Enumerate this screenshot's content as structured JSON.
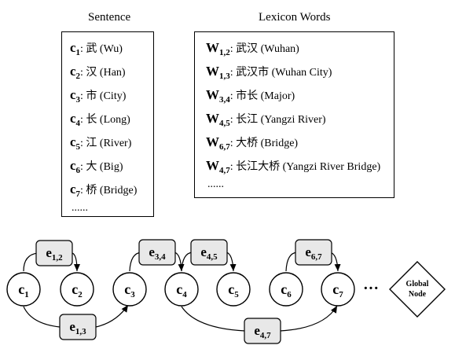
{
  "sentence": {
    "heading": "Sentence",
    "items": [
      {
        "sym": "c",
        "sub": "1",
        "text": ": 武 (Wu)"
      },
      {
        "sym": "c",
        "sub": "2",
        "text": ": 汉 (Han)"
      },
      {
        "sym": "c",
        "sub": "3",
        "text": ": 市 (City)"
      },
      {
        "sym": "c",
        "sub": "4",
        "text": ": 长 (Long)"
      },
      {
        "sym": "c",
        "sub": "5",
        "text": ": 江 (River)"
      },
      {
        "sym": "c",
        "sub": "6",
        "text": ": 大 (Big)"
      },
      {
        "sym": "c",
        "sub": "7",
        "text": ": 桥 (Bridge)"
      }
    ],
    "more": "......"
  },
  "lexicon": {
    "heading": "Lexicon Words",
    "items": [
      {
        "sym": "W",
        "sub": "1,2",
        "text": ": 武汉 (Wuhan)"
      },
      {
        "sym": "W",
        "sub": "1,3",
        "text": ": 武汉市 (Wuhan City)"
      },
      {
        "sym": "W",
        "sub": "3,4",
        "text": ": 市长 (Major)"
      },
      {
        "sym": "W",
        "sub": "4,5",
        "text": ": 长江 (Yangzi River)"
      },
      {
        "sym": "W",
        "sub": "6,7",
        "text": ": 大桥 (Bridge)"
      },
      {
        "sym": "W",
        "sub": "4,7",
        "text": ": 长江大桥 (Yangzi River Bridge)"
      }
    ],
    "more": "......"
  },
  "graph": {
    "nodes": [
      {
        "id": "c1",
        "sym": "c",
        "sub": "1"
      },
      {
        "id": "c2",
        "sym": "c",
        "sub": "2"
      },
      {
        "id": "c3",
        "sym": "c",
        "sub": "3"
      },
      {
        "id": "c4",
        "sym": "c",
        "sub": "4"
      },
      {
        "id": "c5",
        "sym": "c",
        "sub": "5"
      },
      {
        "id": "c6",
        "sym": "c",
        "sub": "6"
      },
      {
        "id": "c7",
        "sym": "c",
        "sub": "7"
      }
    ],
    "edges": [
      {
        "id": "e12",
        "sym": "e",
        "sub": "1,2"
      },
      {
        "id": "e34",
        "sym": "e",
        "sub": "3,4"
      },
      {
        "id": "e45",
        "sym": "e",
        "sub": "4,5"
      },
      {
        "id": "e67",
        "sym": "e",
        "sub": "6,7"
      },
      {
        "id": "e13",
        "sym": "e",
        "sub": "1,3"
      },
      {
        "id": "e47",
        "sym": "e",
        "sub": "4,7"
      }
    ],
    "ellipsis": "···",
    "global_node": {
      "line1": "Global",
      "line2": "Node"
    }
  }
}
